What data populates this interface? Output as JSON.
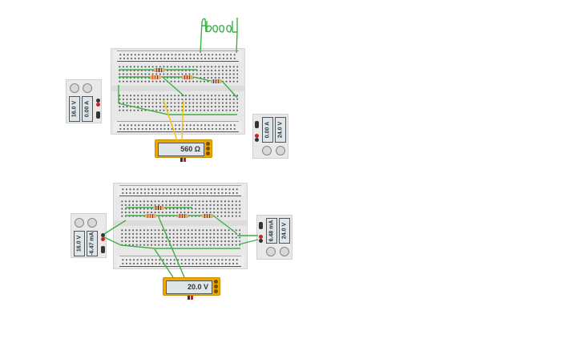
{
  "canvas": {
    "background": "#ffffff"
  },
  "signature": {
    "text": "Abood",
    "color": "#3cb043"
  },
  "circuit_top": {
    "breadboard": {
      "label": "breadboard-top"
    },
    "psu_left": {
      "voltage": "16.0 V",
      "current": "0.00 A"
    },
    "psu_right": {
      "current": "0.00 A",
      "voltage": "24.0 V"
    },
    "multimeter": {
      "reading": "560 Ω",
      "mode": "resistance"
    },
    "resistors": [
      {
        "bands": [
          "#7a4a1a",
          "#111111",
          "#b5271b"
        ]
      },
      {
        "bands": [
          "#e05a00",
          "#e05a00",
          "#b5271b"
        ]
      },
      {
        "bands": [
          "#b5271b",
          "#b5271b",
          "#7a4a1a"
        ]
      },
      {
        "bands": [
          "#2040c0",
          "#7a4a1a",
          "#7a4a1a"
        ]
      }
    ]
  },
  "circuit_bottom": {
    "breadboard": {
      "label": "breadboard-bottom"
    },
    "psu_left": {
      "voltage": "16.0 V",
      "current": "-6.47 mA"
    },
    "psu_right": {
      "current": "6.48 mA",
      "voltage": "24.0 V"
    },
    "multimeter": {
      "reading": "20.0 V",
      "mode": "voltage"
    },
    "resistors": [
      {
        "bands": [
          "#7a4a1a",
          "#111111",
          "#b5271b"
        ]
      },
      {
        "bands": [
          "#e05a00",
          "#e05a00",
          "#b5271b"
        ]
      },
      {
        "bands": [
          "#b5271b",
          "#b5271b",
          "#7a4a1a"
        ]
      },
      {
        "bands": [
          "#2040c0",
          "#7a4a1a",
          "#7a4a1a"
        ]
      }
    ]
  },
  "colors": {
    "wire_green": "#3cb043",
    "probe_yellow": "#f2c500",
    "meter_body": "#f0a800",
    "rail_red": "#cc3333",
    "rail_dark": "#444444"
  }
}
